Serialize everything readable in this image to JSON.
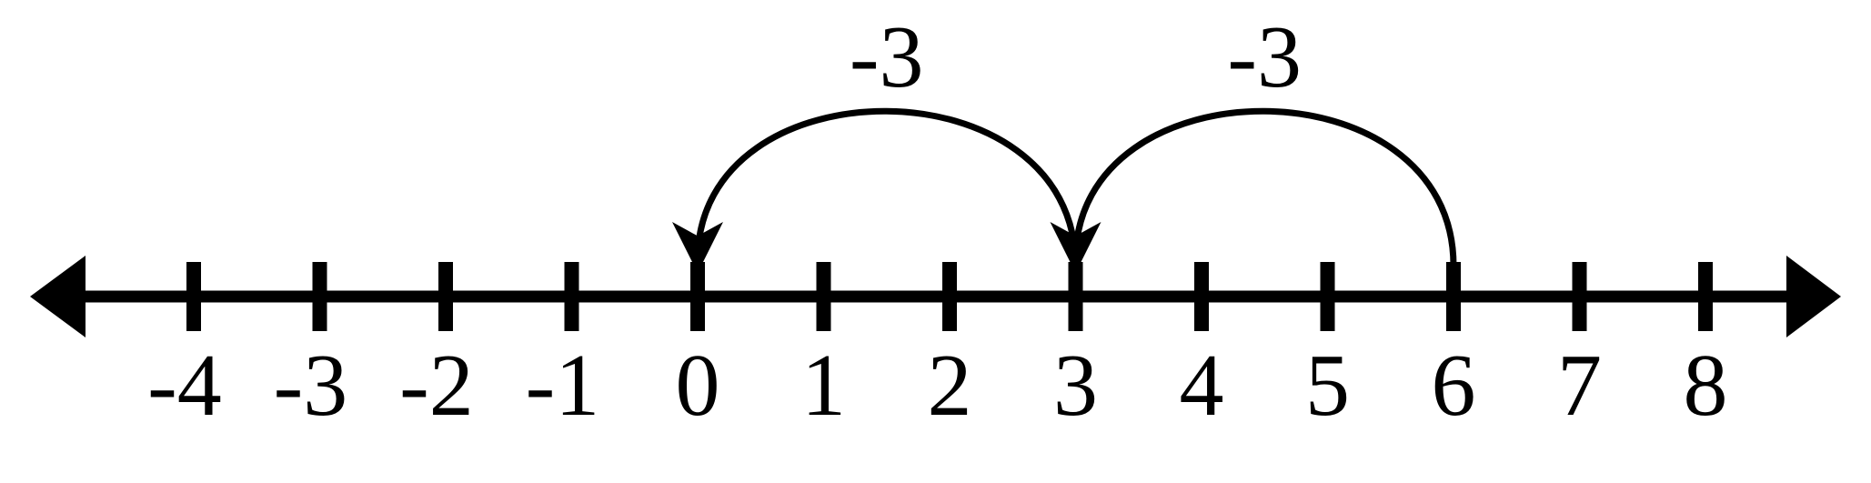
{
  "number_line": {
    "ticks": [
      -4,
      -3,
      -2,
      -1,
      0,
      1,
      2,
      3,
      4,
      5,
      6,
      7,
      8
    ],
    "tick_labels": [
      "-4",
      "-3",
      "-2",
      "-1",
      "0",
      "1",
      "2",
      "3",
      "4",
      "5",
      "6",
      "7",
      "8"
    ],
    "both_ends_arrowed": true
  },
  "jumps": [
    {
      "from": 6,
      "to": 3,
      "label": "-3"
    },
    {
      "from": 3,
      "to": 0,
      "label": "-3"
    }
  ],
  "colors": {
    "ink": "#000000",
    "background": "#ffffff"
  }
}
